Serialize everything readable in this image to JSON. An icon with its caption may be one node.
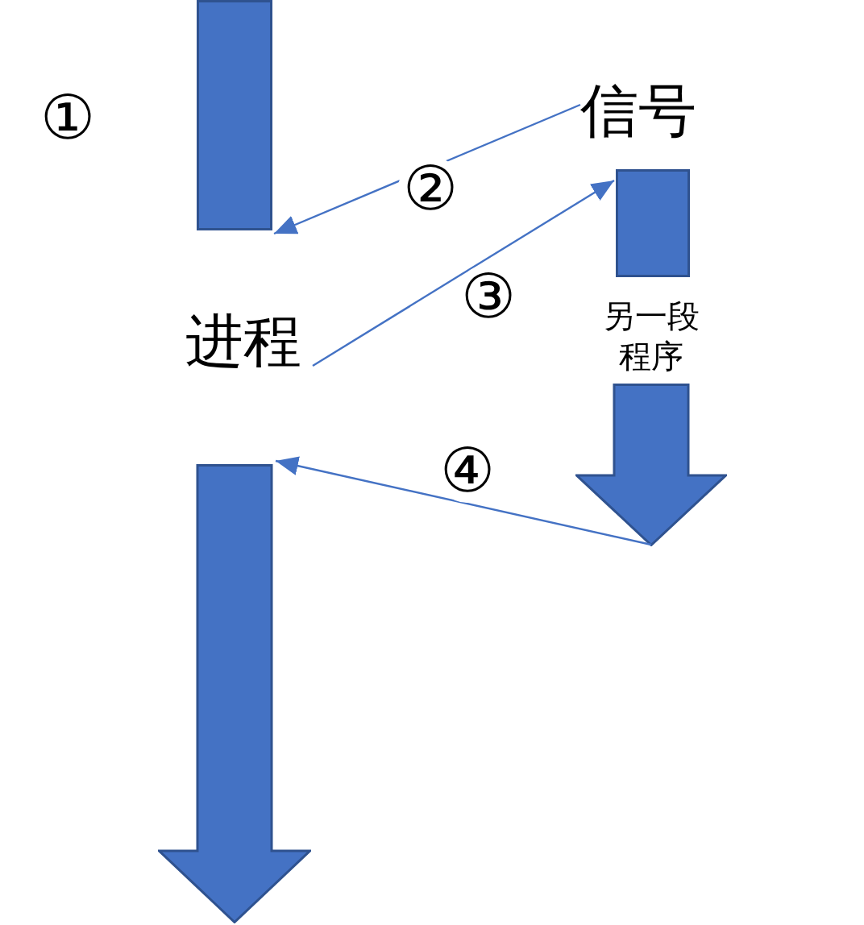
{
  "diagram": {
    "nodes": [
      {
        "text": [],
        "shape": "bar"
      },
      {
        "text": [
          "信号"
        ]
      },
      {
        "text": [
          "进程"
        ]
      },
      {
        "text": [],
        "shape": "bar",
        "beside": [
          "另一段程序"
        ]
      },
      {
        "text": [],
        "shape": "arrow"
      },
      {
        "text": [],
        "shape": "arrow"
      }
    ],
    "edges": [
      {
        "from": 1,
        "to": 0,
        "arrow": "to",
        "label": "②"
      },
      {
        "from": 2,
        "to": 3,
        "arrow": "to",
        "label": "③"
      },
      {
        "from": 4,
        "to": 5,
        "arrow": "to",
        "label": "④"
      }
    ],
    "labels": [
      "①"
    ]
  }
}
